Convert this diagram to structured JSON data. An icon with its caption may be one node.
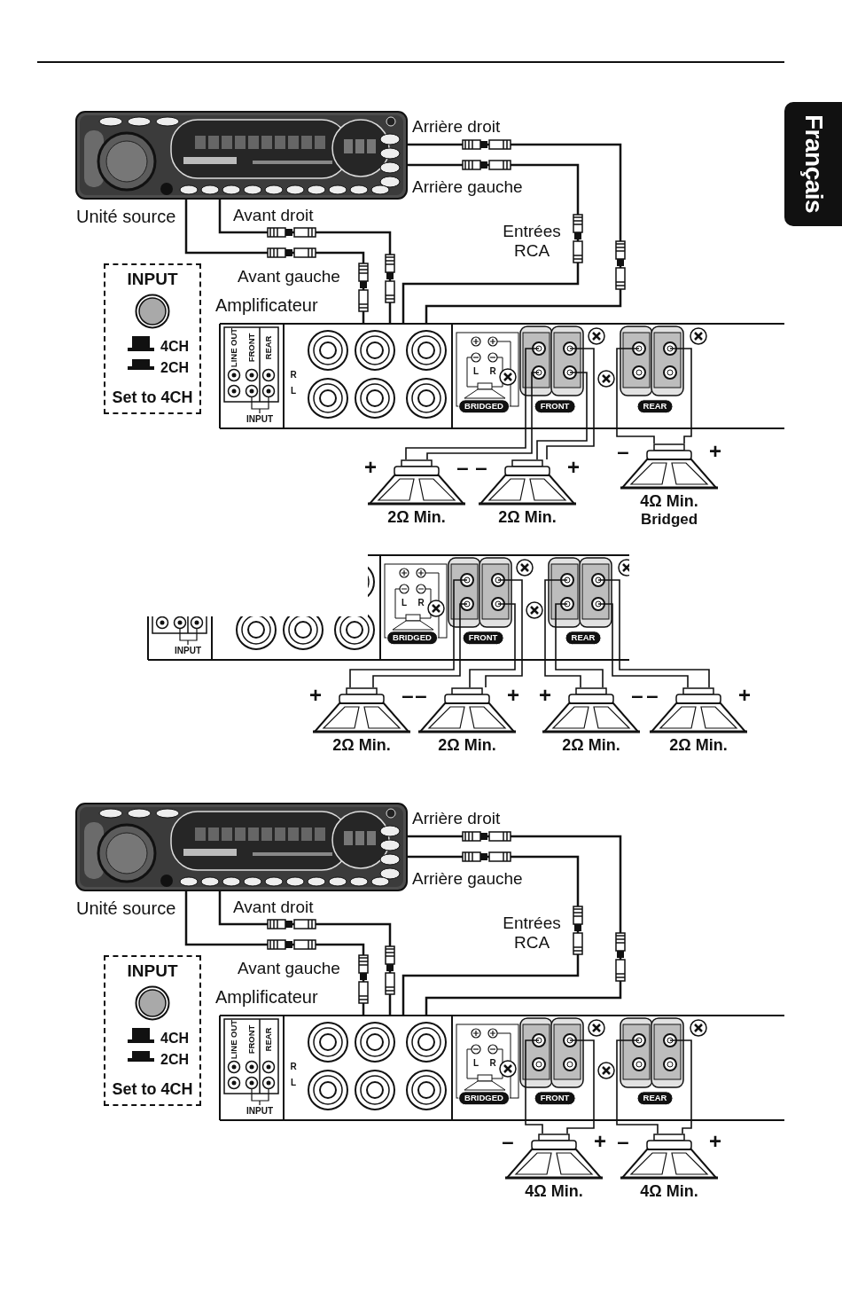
{
  "diagram": {
    "nodes": [
      {
        "text": [
          "Français"
        ]
      },
      {
        "text": [],
        "shape": "picture",
        "beside": [
          "Unité source"
        ]
      },
      {
        "text": [
          "INPUT",
          "4CH",
          "2CH",
          "Set to 4CH"
        ]
      },
      {
        "text": [],
        "shape": "picture",
        "beside": [
          "Amplificateur"
        ]
      },
      {
        "text": [],
        "shape": "picture",
        "beside": [
          "2Ω Min."
        ]
      },
      {
        "text": [],
        "shape": "picture",
        "beside": [
          "2Ω Min."
        ]
      },
      {
        "text": [],
        "shape": "picture",
        "beside": [
          "4Ω Min.",
          "Bridged"
        ]
      },
      {
        "text": [],
        "shape": "picture"
      },
      {
        "text": [],
        "shape": "picture",
        "beside": [
          "2Ω Min."
        ]
      },
      {
        "text": [],
        "shape": "picture",
        "beside": [
          "2Ω Min."
        ]
      },
      {
        "text": [],
        "shape": "picture",
        "beside": [
          "2Ω Min."
        ]
      },
      {
        "text": [],
        "shape": "picture",
        "beside": [
          "2Ω Min."
        ]
      },
      {
        "text": [],
        "shape": "picture",
        "beside": [
          "Unité source"
        ]
      },
      {
        "text": [
          "INPUT",
          "4CH",
          "2CH",
          "Set to 4CH"
        ]
      },
      {
        "text": [],
        "shape": "picture",
        "beside": [
          "Amplificateur"
        ]
      },
      {
        "text": [],
        "shape": "picture",
        "beside": [
          "4Ω Min."
        ]
      },
      {
        "text": [],
        "shape": "picture",
        "beside": [
          "4Ω Min."
        ]
      }
    ],
    "edges": [
      {
        "from": 1,
        "to": 3,
        "arrow": "none",
        "label": "Arrière droit"
      },
      {
        "from": 1,
        "to": 3,
        "arrow": "none",
        "label": "Arrière gauche"
      },
      {
        "from": 1,
        "to": 3,
        "arrow": "none",
        "label": "Avant droit"
      },
      {
        "from": 1,
        "to": 3,
        "arrow": "none",
        "label": "Avant gauche"
      },
      {
        "from": 3,
        "to": 4,
        "arrow": "none"
      },
      {
        "from": 3,
        "to": 4,
        "arrow": "none"
      },
      {
        "from": 3,
        "to": 5,
        "arrow": "none"
      },
      {
        "from": 3,
        "to": 5,
        "arrow": "none"
      },
      {
        "from": 3,
        "to": 6,
        "arrow": "none"
      },
      {
        "from": 3,
        "to": 6,
        "arrow": "none"
      },
      {
        "from": 7,
        "to": 8,
        "arrow": "none"
      },
      {
        "from": 7,
        "to": 8,
        "arrow": "none"
      },
      {
        "from": 7,
        "to": 9,
        "arrow": "none"
      },
      {
        "from": 7,
        "to": 9,
        "arrow": "none"
      },
      {
        "from": 7,
        "to": 10,
        "arrow": "none"
      },
      {
        "from": 7,
        "to": 10,
        "arrow": "none"
      },
      {
        "from": 7,
        "to": 11,
        "arrow": "none"
      },
      {
        "from": 7,
        "to": 11,
        "arrow": "none"
      },
      {
        "from": 12,
        "to": 14,
        "arrow": "none",
        "label": "Arrière droit"
      },
      {
        "from": 12,
        "to": 14,
        "arrow": "none",
        "label": "Arrière gauche"
      },
      {
        "from": 12,
        "to": 14,
        "arrow": "none",
        "label": "Avant droit"
      },
      {
        "from": 12,
        "to": 14,
        "arrow": "none",
        "label": "Avant gauche"
      },
      {
        "from": 14,
        "to": 15,
        "arrow": "none"
      },
      {
        "from": 14,
        "to": 15,
        "arrow": "none"
      },
      {
        "from": 14,
        "to": 16,
        "arrow": "none"
      },
      {
        "from": 14,
        "to": 16,
        "arrow": "none"
      }
    ],
    "labels": [
      "Entrées RCA",
      "LINE OUT",
      "FRONT",
      "REAR",
      "R",
      "L",
      "INPUT",
      "L",
      "R",
      "BRIDGED",
      "FRONT",
      "REAR",
      "+",
      "–",
      "–",
      "+",
      "–",
      "+",
      "INPUT",
      "L",
      "R",
      "BRIDGED",
      "FRONT",
      "REAR",
      "+",
      "–",
      "–",
      "+",
      "+",
      "–",
      "–",
      "+",
      "Entrées RCA",
      "LINE OUT",
      "FRONT",
      "REAR",
      "R",
      "L",
      "INPUT",
      "L",
      "R",
      "BRIDGED",
      "FRONT",
      "REAR",
      "–",
      "+",
      "–",
      "+"
    ]
  }
}
